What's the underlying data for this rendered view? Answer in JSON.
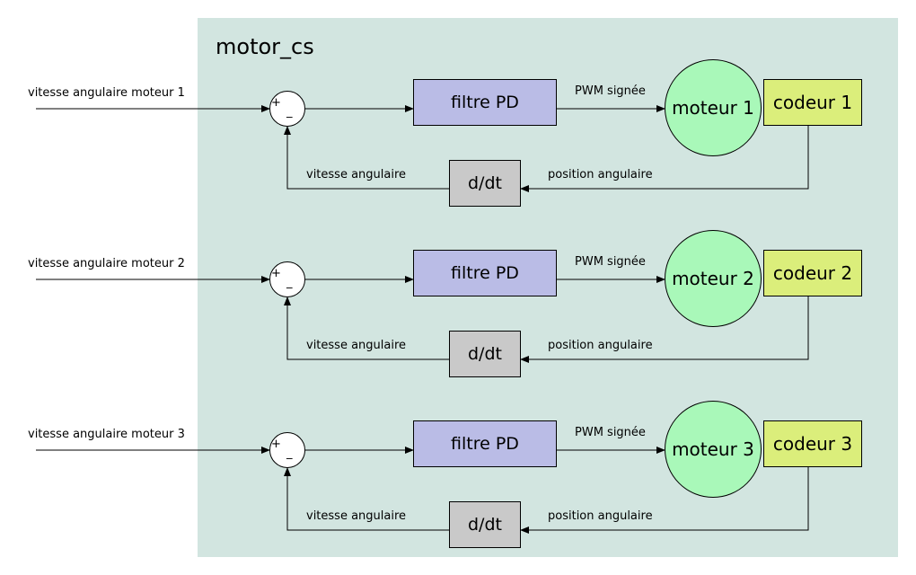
{
  "panel": {
    "title": "motor_cs",
    "background": "#d2e5e0"
  },
  "colors": {
    "filter": "#babce6",
    "motor": "#a9f8b9",
    "encoder": "#dbee7b",
    "derivative": "#c9c9c9"
  },
  "channels": [
    {
      "input_label": "vitesse angulaire moteur 1",
      "sum_plus": "+",
      "sum_minus": "_",
      "filter_label": "filtre PD",
      "pwm_label": "PWM signée",
      "motor_label": "moteur 1",
      "encoder_label": "codeur 1",
      "derivative_label": "d/dt",
      "speed_label": "vitesse angulaire",
      "position_label": "position angulaire"
    },
    {
      "input_label": "vitesse angulaire moteur 2",
      "sum_plus": "+",
      "sum_minus": "_",
      "filter_label": "filtre PD",
      "pwm_label": "PWM signée",
      "motor_label": "moteur 2",
      "encoder_label": "codeur 2",
      "derivative_label": "d/dt",
      "speed_label": "vitesse angulaire",
      "position_label": "position angulaire"
    },
    {
      "input_label": "vitesse angulaire moteur 3",
      "sum_plus": "+",
      "sum_minus": "_",
      "filter_label": "filtre PD",
      "pwm_label": "PWM signée",
      "motor_label": "moteur 3",
      "encoder_label": "codeur 3",
      "derivative_label": "d/dt",
      "speed_label": "vitesse angulaire",
      "position_label": "position angulaire"
    }
  ]
}
